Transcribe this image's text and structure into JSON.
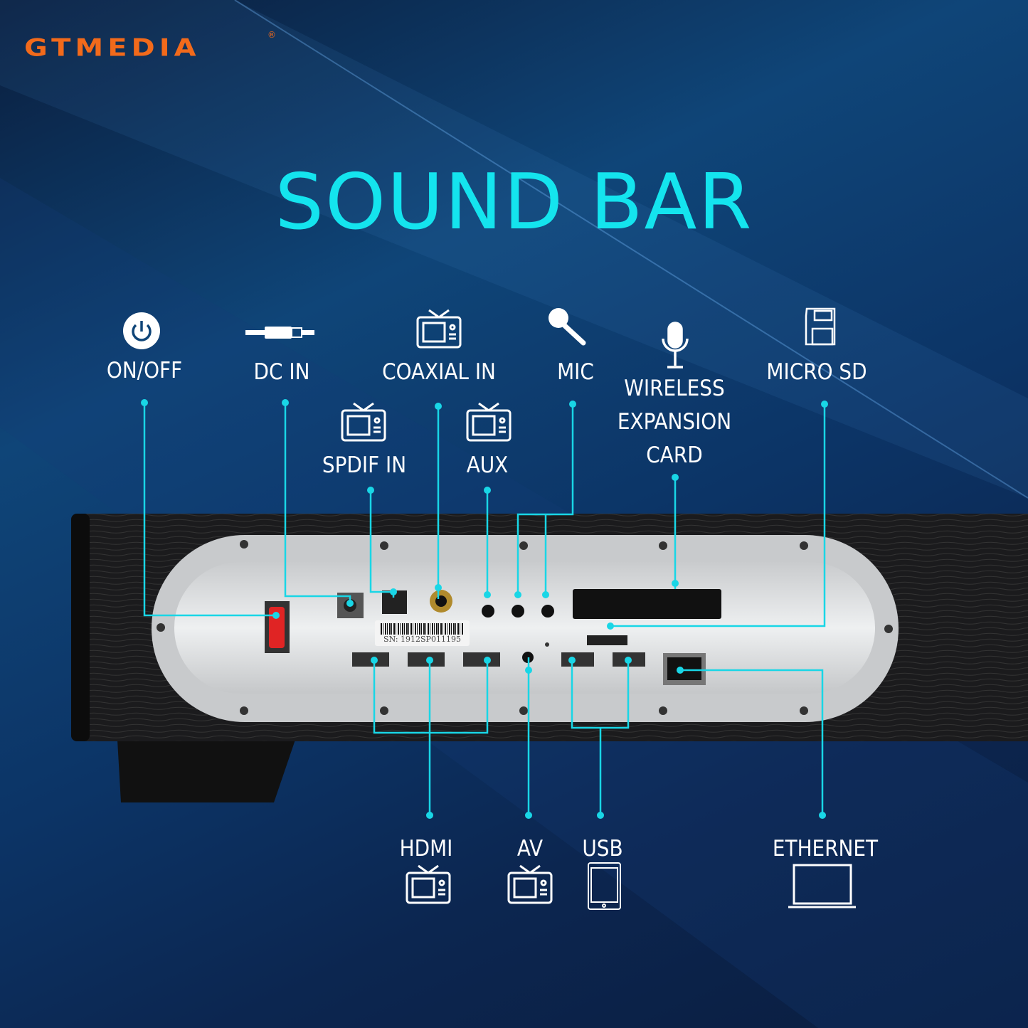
{
  "brand": {
    "logo": "GTMEDIA",
    "registered": "®",
    "color": "#f26a1b"
  },
  "title": {
    "text": "SOUND BAR",
    "color": "#14e4ee"
  },
  "device": {
    "serial": "SN: 1912SP011195"
  },
  "ports": [
    {
      "label": "ON/OFF",
      "icon": "power-icon"
    },
    {
      "label": "DC IN",
      "icon": "dc-plug-icon"
    },
    {
      "label": "COAXIAL IN",
      "icon": "tv-icon"
    },
    {
      "label": "MIC",
      "icon": "microphone-icon"
    },
    {
      "label": "WIRELESS",
      "label2": "EXPANSION",
      "label3": "CARD",
      "icon": "podcast-mic-icon"
    },
    {
      "label": "MICRO SD",
      "icon": "sd-card-icon"
    },
    {
      "label": "SPDIF IN",
      "icon": "tv-icon"
    },
    {
      "label": "AUX",
      "icon": "tv-icon"
    },
    {
      "label": "HDMI",
      "icon": "tv-icon"
    },
    {
      "label": "AV",
      "icon": "tv-icon"
    },
    {
      "label": "USB",
      "icon": "tablet-icon"
    },
    {
      "label": "ETHERNET",
      "icon": "laptop-icon"
    }
  ],
  "colors": {
    "callout": "#19d6e6",
    "panel": "#d9dbdd",
    "body": "#1a1a1a"
  }
}
